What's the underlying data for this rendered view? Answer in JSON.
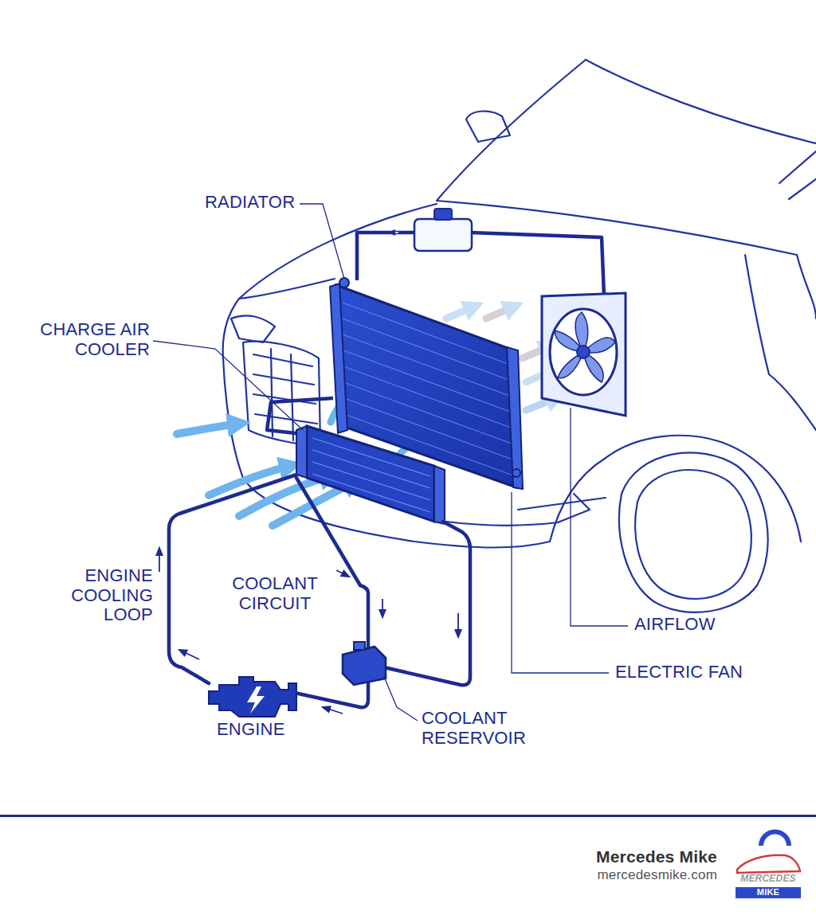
{
  "diagram": {
    "labels": [
      "RADIATOR",
      "CHARGE AIR COOLER",
      "ENGINE COOLING LOOP",
      "COOLANT CIRCUIT",
      "ENGINE",
      "AIRFLOW",
      "COOLANT RESERVOIR",
      "ELECTRIC FAN",
      "Mercedes Mike",
      "mercedesmike.com",
      "MERCEDES",
      "MIKE"
    ]
  }
}
